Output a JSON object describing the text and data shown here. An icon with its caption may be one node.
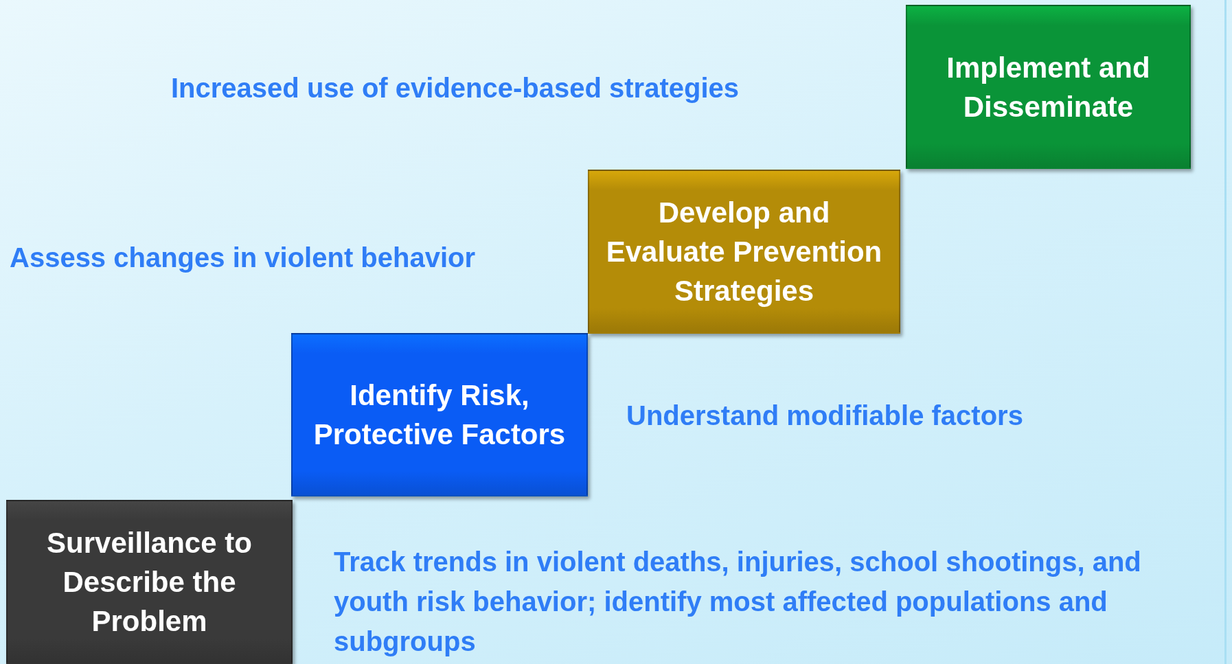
{
  "diagram": {
    "nodes": [
      {
        "text": [
          "Surveillance to Describe the Problem"
        ]
      },
      {
        "text": [
          "Identify Risk, Protective Factors"
        ]
      },
      {
        "text": [
          "Develop and Evaluate Prevention Strategies"
        ]
      },
      {
        "text": [
          "Implement and Disseminate"
        ]
      }
    ],
    "labels": [
      "Increased use of evidence-based strategies",
      "Assess changes in violent behavior",
      "Understand modifiable factors",
      "Track trends in violent deaths, injuries, school shootings, and youth risk behavior; identify most affected populations and subgroups"
    ]
  }
}
